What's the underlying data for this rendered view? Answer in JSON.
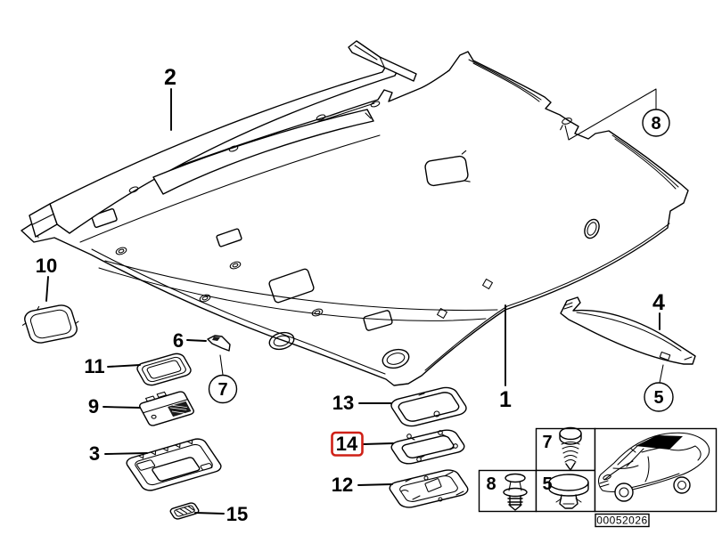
{
  "diagram": {
    "code": "00052026",
    "highlight": {
      "part": "14",
      "color": "#cf2017"
    }
  },
  "parts": {
    "1": {
      "label": "1"
    },
    "2": {
      "label": "2"
    },
    "3": {
      "label": "3"
    },
    "4": {
      "label": "4"
    },
    "5": {
      "label": "5"
    },
    "6": {
      "label": "6"
    },
    "7": {
      "label": "7"
    },
    "8": {
      "label": "8"
    },
    "9": {
      "label": "9"
    },
    "10": {
      "label": "10"
    },
    "11": {
      "label": "11"
    },
    "12": {
      "label": "12"
    },
    "13": {
      "label": "13"
    },
    "14": {
      "label": "14"
    },
    "15": {
      "label": "15"
    }
  },
  "legend": {
    "cells": [
      {
        "label": "7",
        "icon": "screw-icon"
      },
      {
        "label": "8",
        "icon": "expansion-rivet-icon"
      },
      {
        "label": "5",
        "icon": "expanding-clip-icon"
      }
    ],
    "car_icon": "car-roof-location-icon"
  }
}
